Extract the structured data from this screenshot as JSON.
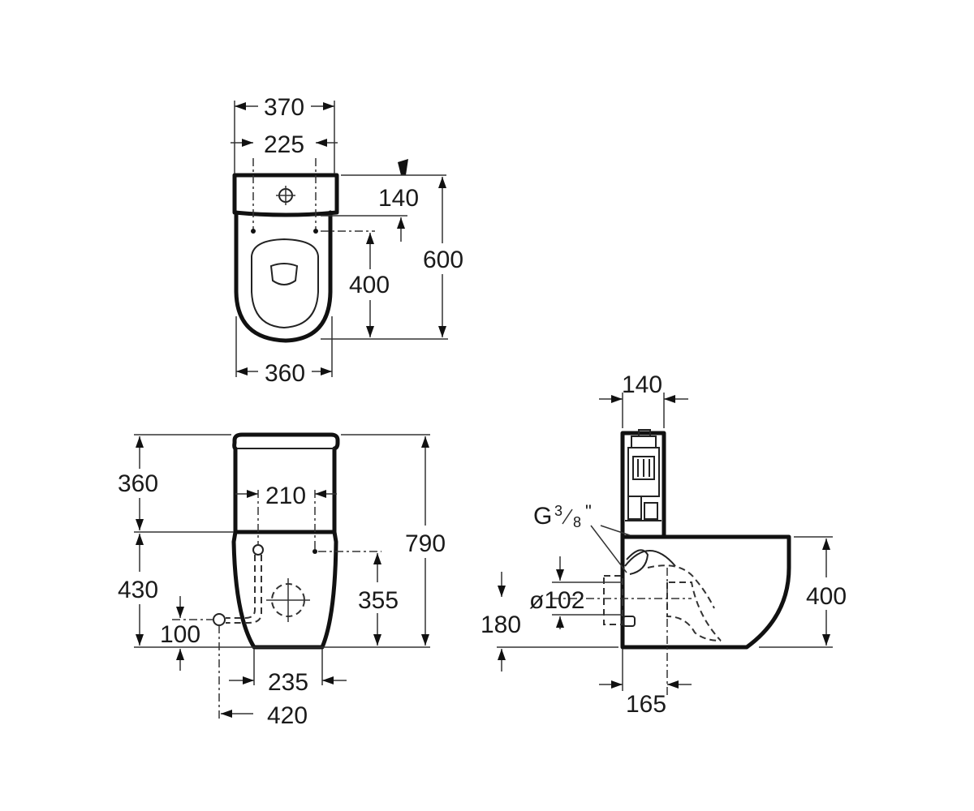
{
  "top_view": {
    "dim_overall_width": "370",
    "dim_inlet_spacing": "225",
    "dim_tank_depth": "140",
    "dim_overall_length": "600",
    "dim_bowl_length": "400",
    "dim_base_width": "360"
  },
  "front_view": {
    "dim_tank_height": "360",
    "dim_inlet_spacing": "210",
    "dim_overall_height": "790",
    "dim_bowl_height": "430",
    "dim_outlet_height": "355",
    "dim_water_inlet_height": "100",
    "dim_base_width": "235",
    "dim_water_inlet_offset": "420"
  },
  "side_view": {
    "dim_tank_width": "140",
    "thread_label_main": "G",
    "thread_label_num": "3",
    "thread_label_den": "8",
    "thread_label_suffix": "\"",
    "dim_outlet_diameter": "ø102",
    "dim_outlet_height": "180",
    "dim_rim_height": "400",
    "dim_outlet_offset": "165"
  }
}
